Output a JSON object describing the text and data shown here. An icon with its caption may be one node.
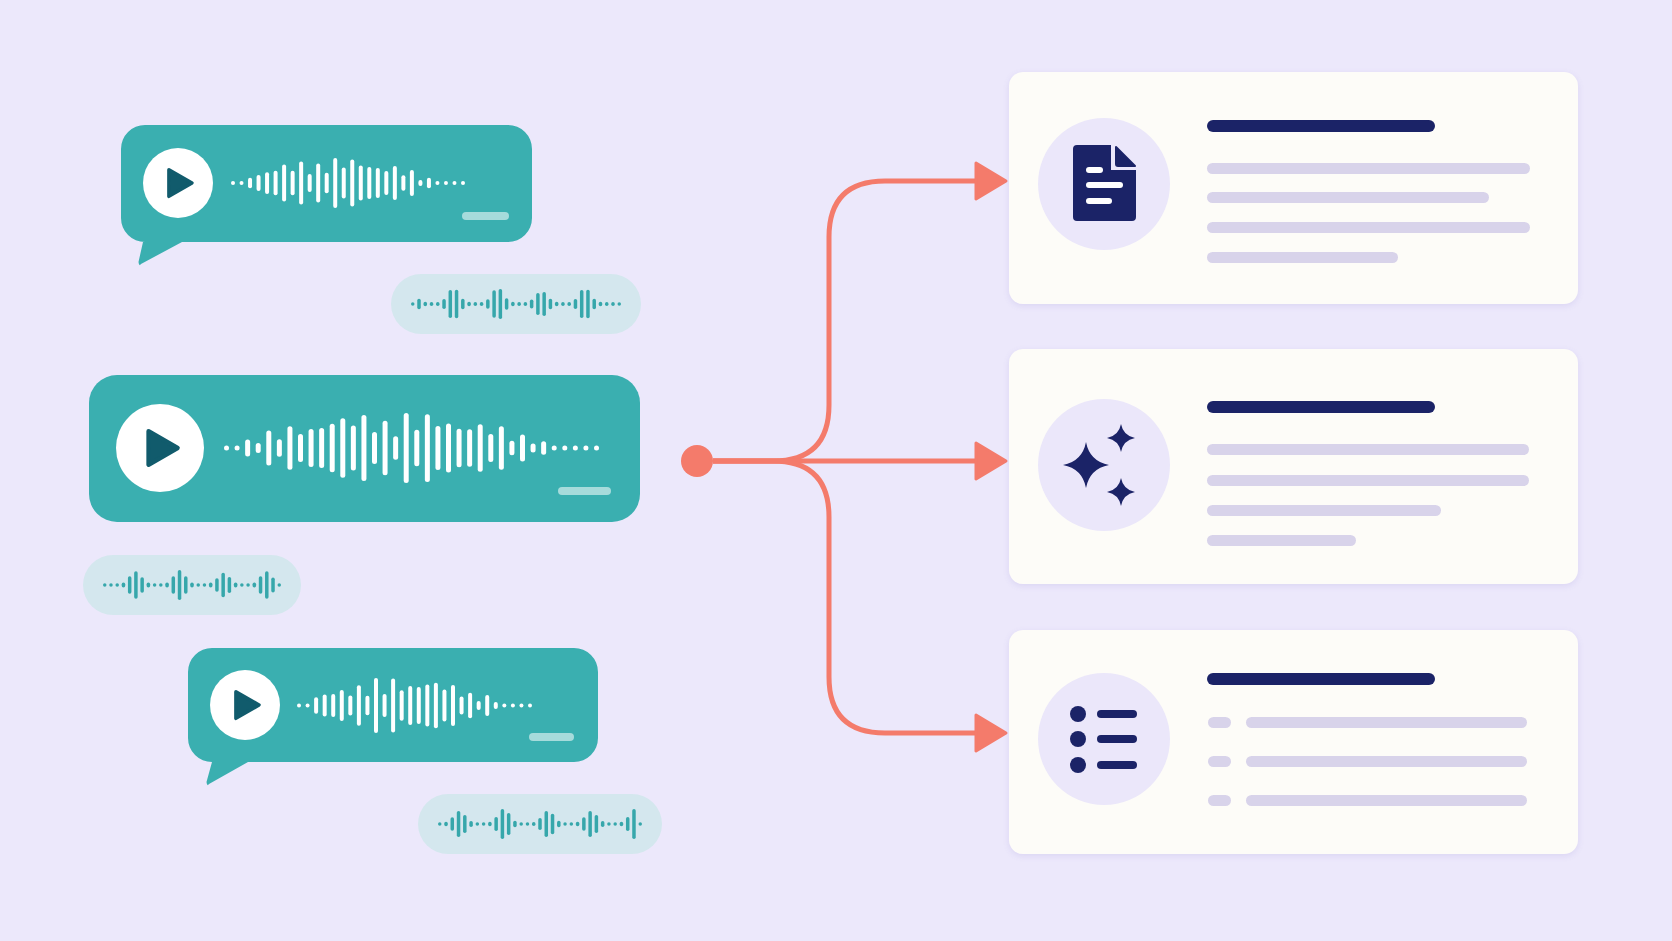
{
  "diagram": {
    "nodes": [
      {
        "text": [],
        "shape": "bubble"
      },
      {
        "text": [],
        "shape": "bubble"
      },
      {
        "text": [],
        "shape": "bubble"
      },
      {
        "text": [],
        "shape": "bubble"
      },
      {
        "text": [],
        "shape": "bubble"
      },
      {
        "text": [],
        "shape": "bubble"
      },
      {
        "text": [],
        "shape": "circle"
      },
      {
        "text": [],
        "shape": "box"
      },
      {
        "text": [],
        "shape": "box"
      },
      {
        "text": [],
        "shape": "box"
      }
    ],
    "edges": [
      {
        "from": 6,
        "to": 7,
        "arrow": "to"
      },
      {
        "from": 6,
        "to": 8,
        "arrow": "to"
      },
      {
        "from": 6,
        "to": 9,
        "arrow": "to"
      }
    ]
  }
}
